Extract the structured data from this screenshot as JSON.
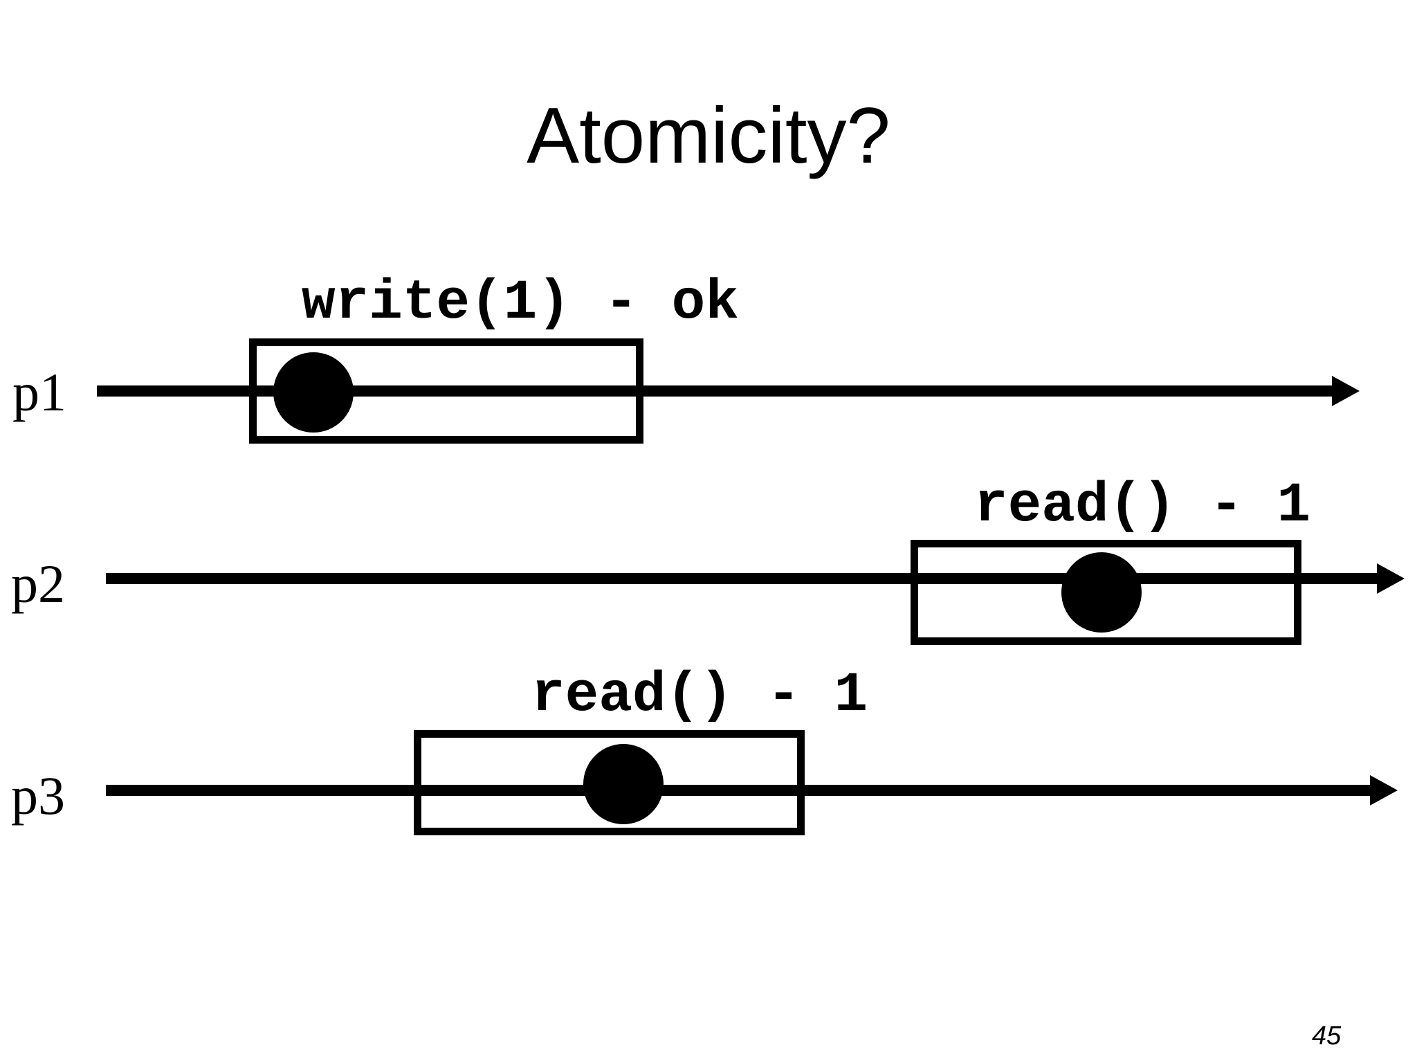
{
  "title": "Atomicity?",
  "page_number": "45",
  "colors": {
    "ink": "#000000",
    "background": "#ffffff"
  },
  "diagram_type": "process-timeline-diagram",
  "processes": [
    {
      "label": "p1",
      "operation_label": "write(1) - ok",
      "marker": "linearization-point-dot"
    },
    {
      "label": "p2",
      "operation_label": "read() - 1",
      "marker": "linearization-point-dot"
    },
    {
      "label": "p3",
      "operation_label": "read() - 1",
      "marker": "linearization-point-dot"
    }
  ]
}
